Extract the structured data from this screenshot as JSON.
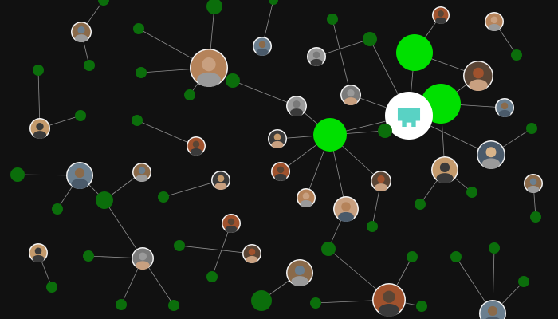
{
  "colors": {
    "background": "#111111",
    "edge": "#8f8f8f",
    "small_node": "#0b6e0b",
    "large_node": "#00e000",
    "avatar_ring": "#f4f4f4",
    "hub_icon": "#59d2c4"
  },
  "graph": {
    "hub_icon": "teal-block-logo-icon",
    "node_counts": {
      "avatars": 30,
      "small_dots": 34,
      "large_dots": 4
    }
  }
}
